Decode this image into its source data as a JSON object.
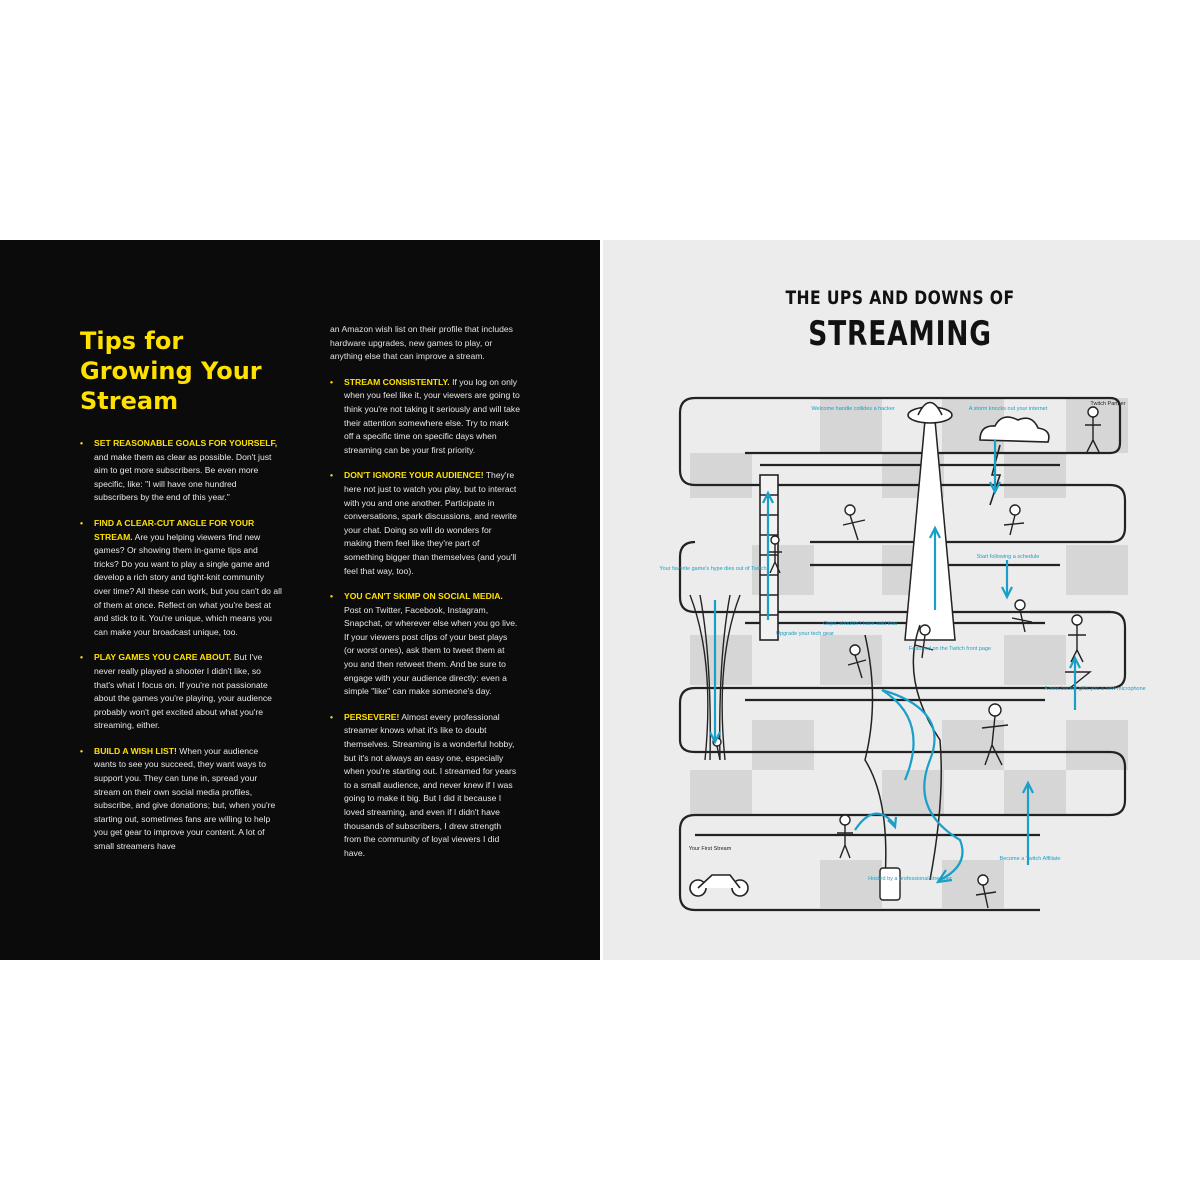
{
  "left": {
    "title_lines": [
      "Tips for",
      "Growing Your",
      "Stream"
    ],
    "tips": [
      {
        "bullet": "•",
        "head": "SET REASONABLE GOALS FOR YOURSELF,",
        "body": " and make them as clear as possible. Don't just aim to get more subscribers. Be even more specific, like: \"I will have one hundred subscribers by the end of this year.\""
      },
      {
        "bullet": "•",
        "head": "FIND A CLEAR-CUT ANGLE FOR YOUR STREAM.",
        "body": " Are you helping viewers find new games? Or showing them in-game tips and tricks? Do you want to play a single game and develop a rich story and tight-knit community over time? All these can work, but you can't do all of them at once. Reflect on what you're best at and stick to it. You're unique, which means you can make your broadcast unique, too."
      },
      {
        "bullet": "•",
        "head": "PLAY GAMES YOU CARE ABOUT.",
        "body": " But I've never really played a shooter I didn't like, so that's what I focus on. If you're not passionate about the games you're playing, your audience probably won't get excited about what you're streaming, either."
      },
      {
        "bullet": "•",
        "head": "BUILD A WISH LIST!",
        "body": " When your audience wants to see you succeed, they want ways to support you. They can tune in, spread your stream on their own social media profiles, subscribe, and give donations; but, when you're starting out, sometimes fans are willing to help you get gear to improve your content. A lot of small streamers have"
      }
    ],
    "continuation": "an Amazon wish list on their profile that includes hardware upgrades, new games to play, or anything else that can improve a stream.",
    "tips2": [
      {
        "bullet": "•",
        "head": "STREAM CONSISTENTLY.",
        "body": " If you log on only when you feel like it, your viewers are going to think you're not taking it seriously and will take their attention somewhere else. Try to mark off a specific time on specific days when streaming can be your first priority."
      },
      {
        "bullet": "•",
        "head": "DON'T IGNORE YOUR AUDIENCE!",
        "body": " They're here not just to watch you play, but to interact with you and one another. Participate in conversations, spark discussions, and rewrite your chat. Doing so will do wonders for making them feel like they're part of something bigger than themselves (and you'll feel that way, too)."
      },
      {
        "bullet": "•",
        "head": "YOU CAN'T SKIMP ON SOCIAL MEDIA.",
        "body": " Post on Twitter, Facebook, Instagram, Snapchat, or wherever else when you go live. If your viewers post clips of your best plays (or worst ones), ask them to tweet them at you and then retweet them. And be sure to engage with your audience directly: even a simple \"like\" can make someone's day."
      },
      {
        "bullet": "•",
        "head": "PERSEVERE!",
        "body": " Almost every professional streamer knows what it's like to doubt themselves. Streaming is a wonderful hobby, but it's not always an easy one, especially when you're starting out. I streamed for years to a small audience, and never knew if I was going to make it big. But I did it because I loved streaming, and even if I didn't have thousands of subscribers, I drew strength from the community of loyal viewers I did have."
      }
    ]
  },
  "right": {
    "title_top": "THE UPS AND DOWNS OF",
    "title_main": "STREAMING",
    "labels": {
      "ladder1": "Welcome handle collides a hacker",
      "ufo": "",
      "cloud": "A storm knocks out your internet",
      "twitch_partner": "Twitch Partner",
      "fav_game": "Your favorite game's hype dies out of Twitch",
      "upgrade": "Upgrade your tech gear",
      "oops": "Oops, shouldn't have said that",
      "featured": "Featured on the Twitch front page",
      "schedule": "Start following a schedule",
      "backer": "A new backer gifts you a new microphone",
      "first_stream": "Your First Stream",
      "hosted": "Hosted by a professional streamer",
      "affiliate": "Become a Twitch Affiliate"
    },
    "accent_color": "#1aa0c8"
  }
}
